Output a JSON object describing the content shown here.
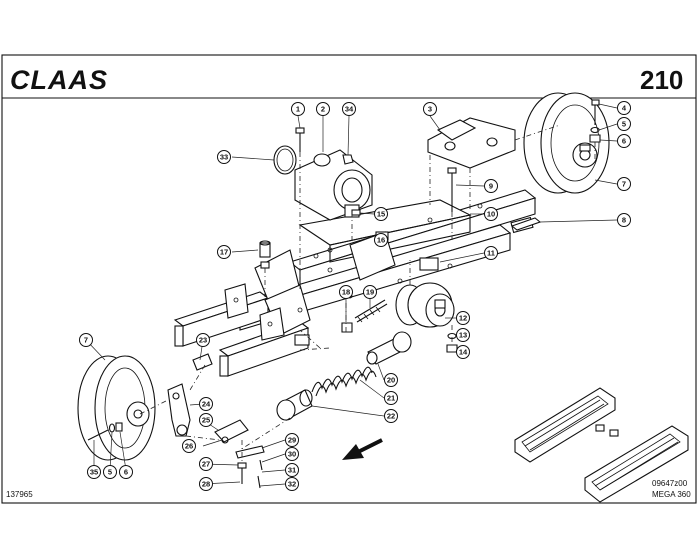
{
  "header": {
    "brand": "CLAAS",
    "page_number": "210"
  },
  "footer": {
    "drawing_id": "137965",
    "ref_code": "09647z00",
    "model": "MEGA 360"
  },
  "callouts": [
    {
      "num": "1"
    },
    {
      "num": "2"
    },
    {
      "num": "34"
    },
    {
      "num": "3"
    },
    {
      "num": "4"
    },
    {
      "num": "5"
    },
    {
      "num": "6"
    },
    {
      "num": "7"
    },
    {
      "num": "33"
    },
    {
      "num": "9"
    },
    {
      "num": "10"
    },
    {
      "num": "8"
    },
    {
      "num": "15"
    },
    {
      "num": "16"
    },
    {
      "num": "11"
    },
    {
      "num": "17"
    },
    {
      "num": "18"
    },
    {
      "num": "19"
    },
    {
      "num": "12"
    },
    {
      "num": "13"
    },
    {
      "num": "14"
    },
    {
      "num": "7"
    },
    {
      "num": "23"
    },
    {
      "num": "20"
    },
    {
      "num": "21"
    },
    {
      "num": "22"
    },
    {
      "num": "24"
    },
    {
      "num": "25"
    },
    {
      "num": "26"
    },
    {
      "num": "29"
    },
    {
      "num": "27"
    },
    {
      "num": "30"
    },
    {
      "num": "31"
    },
    {
      "num": "35"
    },
    {
      "num": "5"
    },
    {
      "num": "6"
    },
    {
      "num": "28"
    },
    {
      "num": "32"
    }
  ]
}
